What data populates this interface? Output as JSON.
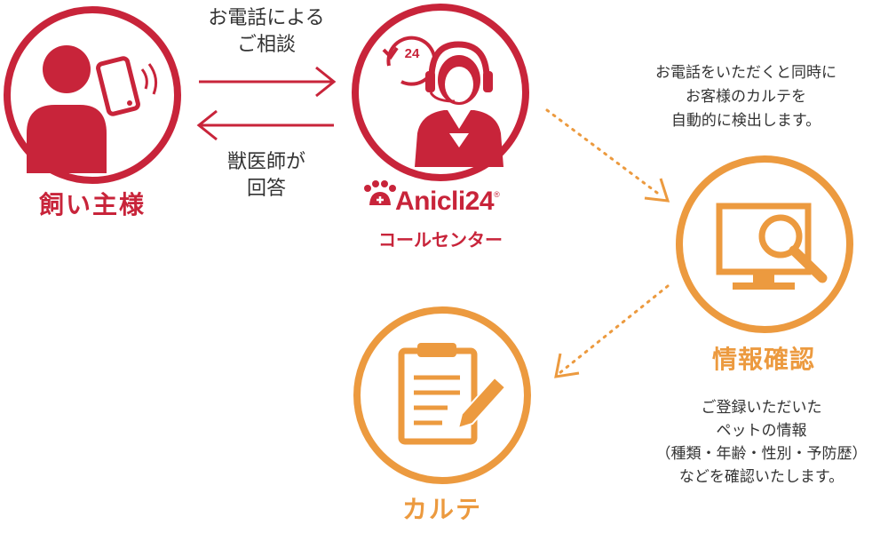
{
  "colors": {
    "red": "#c8243a",
    "orange": "#ec9a3f",
    "text": "#333333"
  },
  "owner": {
    "label": "飼い主様"
  },
  "consult_arrow": {
    "line1": "お電話による",
    "line2": "ご相談"
  },
  "answer_arrow": {
    "line1": "獣医師が",
    "line2": "回答"
  },
  "callcenter": {
    "brand": "Anicli24",
    "registered": "®",
    "sublabel": "コールセンター",
    "badge": "24"
  },
  "detect_note": {
    "line1": "お電話をいただくと同時に",
    "line2": "お客様のカルテを",
    "line3": "自動的に検出します。"
  },
  "info_check": {
    "label": "情報確認"
  },
  "pet_note": {
    "line1": "ご登録いただいた",
    "line2": "ペットの情報",
    "line3": "（種類・年齢・性別・予防歴）",
    "line4": "などを確認いたします。"
  },
  "chart": {
    "label": "カルテ"
  }
}
